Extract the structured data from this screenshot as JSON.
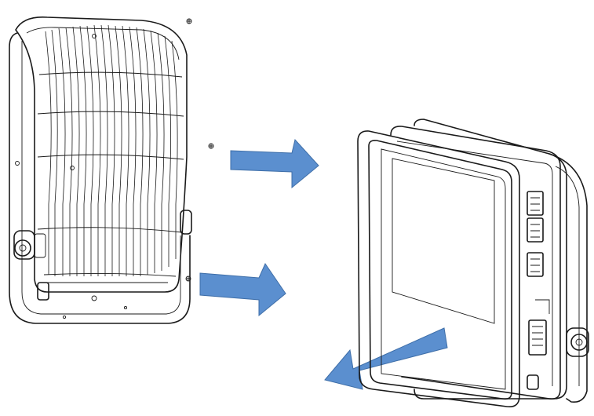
{
  "figure": {
    "caption": "",
    "parts": [
      {
        "id": "floodlight-rear-housing",
        "icon": "heatsink-fins-icon"
      },
      {
        "id": "front-glass-frame",
        "icon": "frame-icon"
      },
      {
        "id": "driver-terminal-blocks",
        "icon": "connector-icon"
      },
      {
        "id": "mounting-bracket-knob",
        "icon": "knob-icon"
      },
      {
        "id": "screw",
        "icon": "screw-icon"
      }
    ],
    "arrows": [
      {
        "id": "arrow-right-upper",
        "direction": "right",
        "color": "#5b8fcf"
      },
      {
        "id": "arrow-right-lower",
        "direction": "right",
        "color": "#5b8fcf"
      },
      {
        "id": "arrow-out-lower-left",
        "direction": "down-left",
        "color": "#5b8fcf"
      }
    ],
    "colors": {
      "line": "#1a1a1a",
      "arrow_fill": "#5b8fcf",
      "arrow_stroke": "#3e6ea8",
      "background": "#ffffff"
    }
  }
}
